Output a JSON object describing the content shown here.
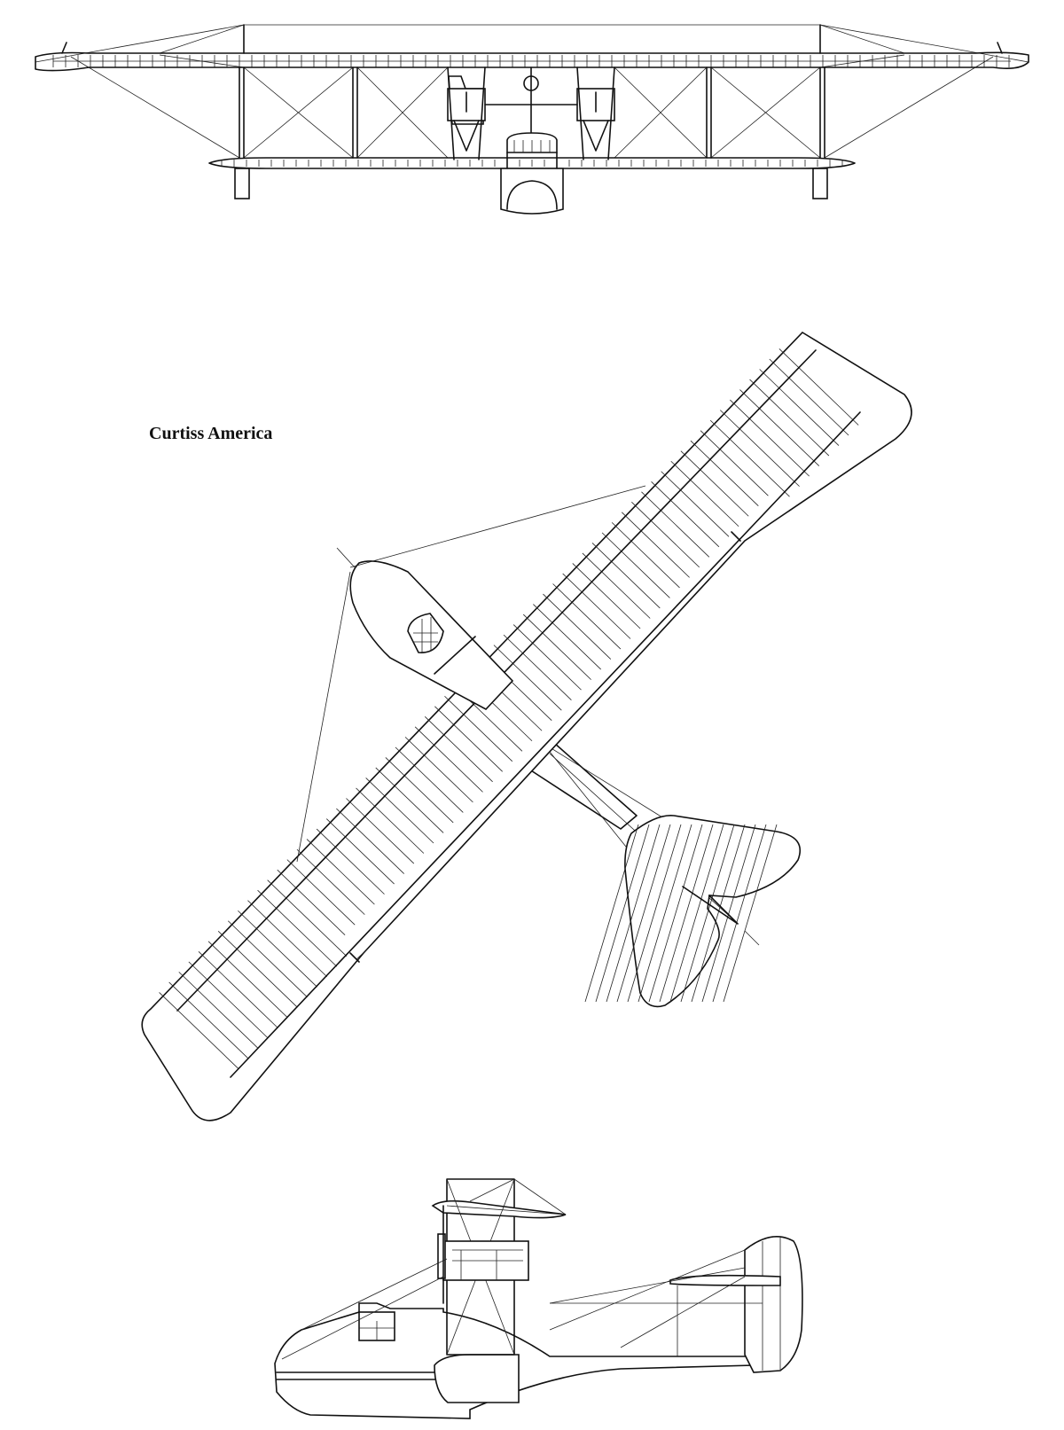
{
  "drawing": {
    "title": "Curtiss America",
    "views": [
      "front-view",
      "plan-view",
      "side-view"
    ],
    "line_color": "#111111",
    "background_color": "#ffffff"
  }
}
